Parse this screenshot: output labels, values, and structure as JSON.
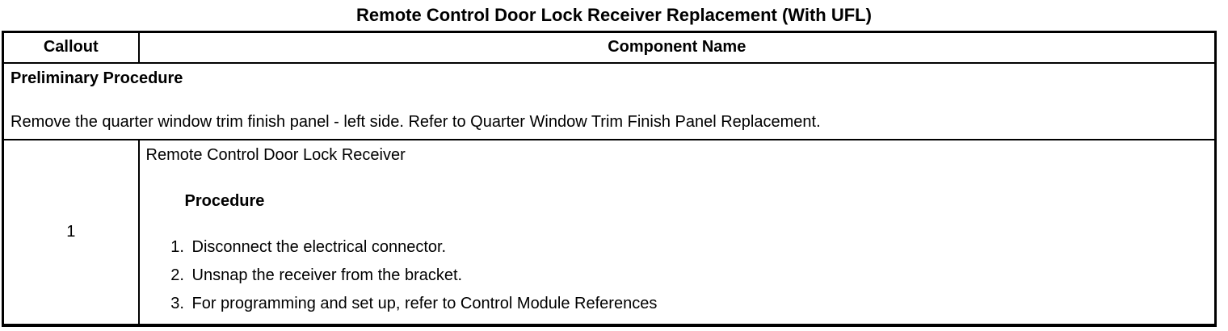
{
  "title": "Remote Control Door Lock Receiver Replacement (With UFL)",
  "table": {
    "headers": {
      "callout": "Callout",
      "component": "Component Name"
    },
    "preliminary": {
      "heading": "Preliminary Procedure",
      "text": "Remove the quarter window trim finish panel - left side. Refer to Quarter Window Trim Finish Panel Replacement."
    },
    "rows": [
      {
        "callout": "1",
        "component": "Remote Control Door Lock Receiver",
        "procedure_label": "Procedure",
        "steps": [
          "Disconnect the electrical connector.",
          "Unsnap the receiver from the bracket.",
          "For programming and set up, refer to Control Module References"
        ]
      }
    ]
  },
  "colors": {
    "text": "#000000",
    "border": "#000000",
    "background": "#ffffff"
  }
}
